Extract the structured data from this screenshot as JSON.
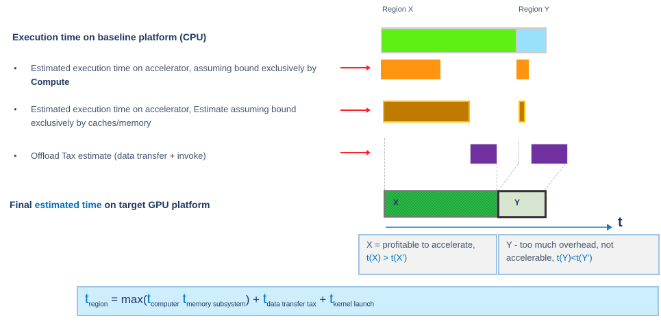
{
  "labels": {
    "region_x": "Region X",
    "region_y": "Region Y"
  },
  "left": {
    "title": "Execution time on baseline platform (CPU)",
    "bullets": [
      {
        "text": "Estimated execution time on accelerator, assuming bound exclusively by ",
        "bold": "Compute"
      },
      {
        "text": "Estimated execution time on accelerator, Estimate assuming bound exclusively by caches/memory"
      },
      {
        "text": "Offload Tax estimate (data transfer + invoke)"
      }
    ],
    "final_prefix": "Final ",
    "final_highlight": "estimated time",
    "final_suffix": " on target GPU platform"
  },
  "bars": {
    "x_label": "X",
    "y_label": "Y"
  },
  "axis": {
    "label": "t"
  },
  "legend": {
    "x_text": "X = profitable to accelerate, ",
    "x_formula": "t(X) > t(X')",
    "y_text": "Y - too much overhead, not accelerable, ",
    "y_formula": "t(Y)<t(Y')"
  },
  "formula": {
    "t": "t",
    "region": "region",
    "eq": " = max(",
    "compute": "computer",
    "memory": "memory subsystem",
    "close": ") + ",
    "transfer": "data transfer tax",
    "plus": " + ",
    "launch": "kernel launch"
  },
  "colors": {
    "cpu_x": "#5ef015",
    "cpu_y": "#99e1fb",
    "compute": "#ff9410",
    "memory": "#c07a00",
    "tax": "#7030a0",
    "final_x": "#2fb84a",
    "final_y": "#dfe7b8"
  }
}
